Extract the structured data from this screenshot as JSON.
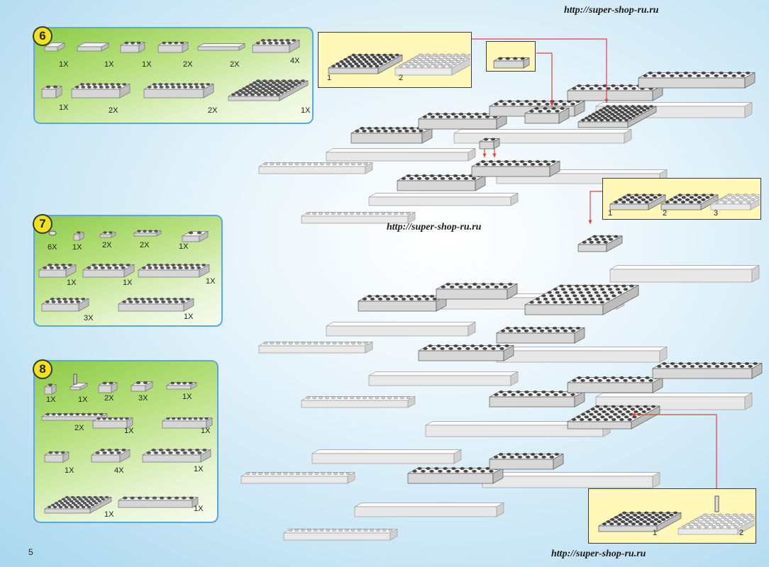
{
  "watermarks": {
    "top": "http://super-shop-ru.ru",
    "middle": "http://super-shop-ru.ru",
    "bottom": "http://super-shop-ru.ru"
  },
  "page_number": "5",
  "steps": [
    {
      "number": "6",
      "parts": [
        {
          "name": "tile-1x2",
          "qty": "1X"
        },
        {
          "name": "tile-2x4",
          "qty": "1X"
        },
        {
          "name": "brick-1x3",
          "qty": "1X"
        },
        {
          "name": "brick-1x4",
          "qty": "2X"
        },
        {
          "name": "plate-1x8",
          "qty": "2X"
        },
        {
          "name": "brick-2x6",
          "qty": "4X"
        },
        {
          "name": "brick-1x2",
          "qty": "1X"
        },
        {
          "name": "brick-2x8",
          "qty": "2X"
        },
        {
          "name": "brick-2x10",
          "qty": "2X"
        },
        {
          "name": "plate-8x8",
          "qty": "1X"
        }
      ]
    },
    {
      "number": "7",
      "parts": [
        {
          "name": "round-plate-1x1",
          "qty": "6X"
        },
        {
          "name": "brick-1x1",
          "qty": "1X"
        },
        {
          "name": "plate-1x2",
          "qty": "2X"
        },
        {
          "name": "plate-1x4",
          "qty": "2X"
        },
        {
          "name": "slope-brick",
          "qty": "1X"
        },
        {
          "name": "brick-2x4",
          "qty": "1X"
        },
        {
          "name": "brick-2x6",
          "qty": "1X"
        },
        {
          "name": "brick-2x10",
          "qty": "1X"
        },
        {
          "name": "brick-2x6",
          "qty": "3X"
        },
        {
          "name": "brick-2x10",
          "qty": "1X"
        }
      ]
    },
    {
      "number": "8",
      "parts": [
        {
          "name": "brick-1x1",
          "qty": "1X"
        },
        {
          "name": "plate-with-pin",
          "qty": "1X"
        },
        {
          "name": "brick-with-hole",
          "qty": "2X"
        },
        {
          "name": "slope-plate",
          "qty": "3X"
        },
        {
          "name": "plate-1x4",
          "qty": "1X"
        },
        {
          "name": "plate-1x10",
          "qty": "2X"
        },
        {
          "name": "brick-1x6",
          "qty": "1X"
        },
        {
          "name": "brick-1x8",
          "qty": "1X"
        },
        {
          "name": "brick-1x3",
          "qty": "1X"
        },
        {
          "name": "brick-2x4",
          "qty": "4X"
        },
        {
          "name": "brick-2x8",
          "qty": "1X"
        },
        {
          "name": "plate-6x8",
          "qty": "1X"
        },
        {
          "name": "brick-1x10",
          "qty": "1X"
        }
      ]
    }
  ],
  "insets": {
    "top_sub": {
      "labels": [
        "1",
        "2"
      ]
    },
    "brick_callout": {},
    "mid_sub": {
      "labels": [
        "1",
        "2",
        "3"
      ]
    },
    "bottom_sub": {
      "labels": [
        "1",
        "2"
      ]
    }
  },
  "colors": {
    "callout_arrow": "#d9443a",
    "step_border": "#5ba9db",
    "step_number_fill": "#f1e21e",
    "inset_fill": "#fff8b9"
  }
}
